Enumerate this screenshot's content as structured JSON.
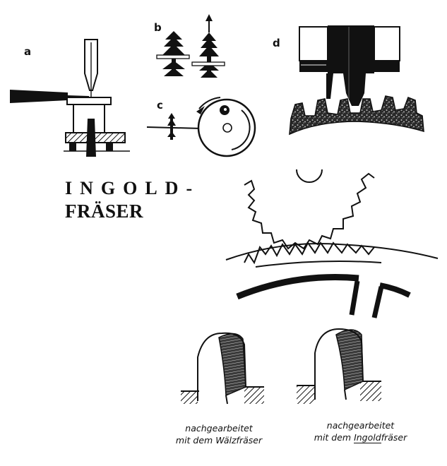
{
  "panel_labels": {
    "a": "a",
    "b": "b",
    "c": "c",
    "d": "d"
  },
  "title": {
    "line1": "INGOLD-",
    "line2": "FRÄSER"
  },
  "captions": {
    "left_line1": "nachgearbeitet",
    "left_line2": "mit dem Wälzfräser",
    "right_line1": "nachgearbeitet",
    "right_line2_prefix": "mit dem ",
    "right_line2_emphasis": "Ingold",
    "right_line2_suffix": "fräser"
  }
}
